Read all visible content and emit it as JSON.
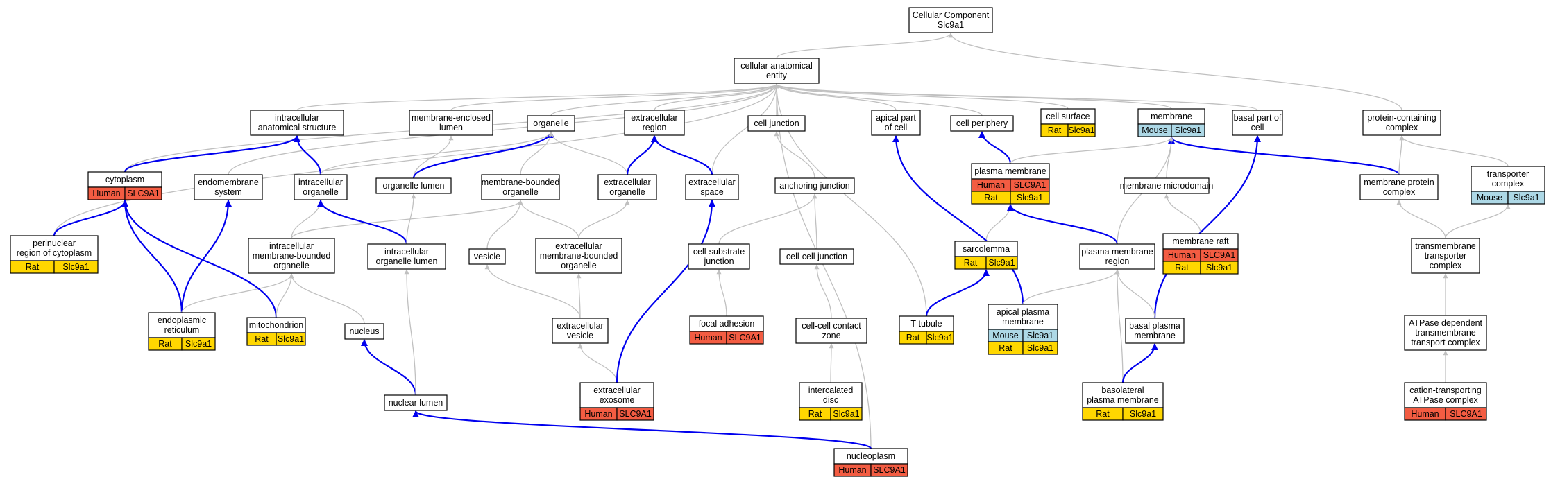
{
  "colors": {
    "Human": "#f35c42",
    "Rat": "#ffd700",
    "Mouse": "#add8e6",
    "gray_edge": "#c0c0c0",
    "blue_edge": "#0000ee"
  },
  "nodes": {
    "cc_root": {
      "lines": [
        "Cellular Component",
        "Slc9a1"
      ],
      "annotations": []
    },
    "cae": {
      "lines": [
        "cellular anatomical",
        "entity"
      ],
      "annotations": []
    },
    "ias": {
      "lines": [
        "intracellular",
        "anatomical structure"
      ],
      "annotations": []
    },
    "mel": {
      "lines": [
        "membrane-enclosed",
        "lumen"
      ],
      "annotations": []
    },
    "organelle": {
      "lines": [
        "organelle"
      ],
      "annotations": []
    },
    "extreg": {
      "lines": [
        "extracellular",
        "region"
      ],
      "annotations": []
    },
    "celljunc": {
      "lines": [
        "cell junction"
      ],
      "annotations": []
    },
    "apical": {
      "lines": [
        "apical part",
        "of cell"
      ],
      "annotations": []
    },
    "periphery": {
      "lines": [
        "cell periphery"
      ],
      "annotations": []
    },
    "surface": {
      "lines": [
        "cell surface"
      ],
      "annotations": [
        [
          "Rat",
          "Slc9a1"
        ]
      ]
    },
    "membrane": {
      "lines": [
        "membrane"
      ],
      "annotations": [
        [
          "Mouse",
          "Slc9a1"
        ]
      ]
    },
    "basalpart": {
      "lines": [
        "basal part of",
        "cell"
      ],
      "annotations": []
    },
    "pcc": {
      "lines": [
        "protein-containing",
        "complex"
      ],
      "annotations": []
    },
    "cytoplasm": {
      "lines": [
        "cytoplasm"
      ],
      "annotations": [
        [
          "Human",
          "SLC9A1"
        ]
      ]
    },
    "endomem": {
      "lines": [
        "endomembrane",
        "system"
      ],
      "annotations": []
    },
    "io": {
      "lines": [
        "intracellular",
        "organelle"
      ],
      "annotations": []
    },
    "olumen": {
      "lines": [
        "organelle lumen"
      ],
      "annotations": []
    },
    "mbo": {
      "lines": [
        "membrane-bounded",
        "organelle"
      ],
      "annotations": []
    },
    "exorg": {
      "lines": [
        "extracellular",
        "organelle"
      ],
      "annotations": []
    },
    "exspace": {
      "lines": [
        "extracellular",
        "space"
      ],
      "annotations": []
    },
    "anchjunc": {
      "lines": [
        "anchoring junction"
      ],
      "annotations": []
    },
    "pm": {
      "lines": [
        "plasma membrane"
      ],
      "annotations": [
        [
          "Human",
          "SLC9A1"
        ],
        [
          "Rat",
          "Slc9a1"
        ]
      ]
    },
    "memdomain": {
      "lines": [
        "membrane microdomain"
      ],
      "annotations": []
    },
    "mpc": {
      "lines": [
        "membrane protein",
        "complex"
      ],
      "annotations": []
    },
    "transporter": {
      "lines": [
        "transporter",
        "complex"
      ],
      "annotations": [
        [
          "Mouse",
          "Slc9a1"
        ]
      ]
    },
    "perinuc": {
      "lines": [
        "perinuclear",
        "region of cytoplasm"
      ],
      "annotations": [
        [
          "Rat",
          "Slc9a1"
        ]
      ]
    },
    "imbo": {
      "lines": [
        "intracellular",
        "membrane-bounded",
        "organelle"
      ],
      "annotations": []
    },
    "iol": {
      "lines": [
        "intracellular",
        "organelle lumen"
      ],
      "annotations": []
    },
    "vesicle": {
      "lines": [
        "vesicle"
      ],
      "annotations": []
    },
    "embo": {
      "lines": [
        "extracellular",
        "membrane-bounded",
        "organelle"
      ],
      "annotations": []
    },
    "csj": {
      "lines": [
        "cell-substrate",
        "junction"
      ],
      "annotations": []
    },
    "ccj": {
      "lines": [
        "cell-cell junction"
      ],
      "annotations": []
    },
    "sarcolemma": {
      "lines": [
        "sarcolemma"
      ],
      "annotations": [
        [
          "Rat",
          "Slc9a1"
        ]
      ]
    },
    "pmr": {
      "lines": [
        "plasma membrane",
        "region"
      ],
      "annotations": []
    },
    "raft": {
      "lines": [
        "membrane raft"
      ],
      "annotations": [
        [
          "Human",
          "SLC9A1"
        ],
        [
          "Rat",
          "Slc9a1"
        ]
      ]
    },
    "tmtc": {
      "lines": [
        "transmembrane",
        "transporter",
        "complex"
      ],
      "annotations": []
    },
    "er": {
      "lines": [
        "endoplasmic",
        "reticulum"
      ],
      "annotations": [
        [
          "Rat",
          "Slc9a1"
        ]
      ]
    },
    "mito": {
      "lines": [
        "mitochondrion"
      ],
      "annotations": [
        [
          "Rat",
          "Slc9a1"
        ]
      ]
    },
    "nucleus": {
      "lines": [
        "nucleus"
      ],
      "annotations": []
    },
    "exves": {
      "lines": [
        "extracellular",
        "vesicle"
      ],
      "annotations": []
    },
    "focal": {
      "lines": [
        "focal adhesion"
      ],
      "annotations": [
        [
          "Human",
          "SLC9A1"
        ]
      ]
    },
    "cccz": {
      "lines": [
        "cell-cell contact",
        "zone"
      ],
      "annotations": []
    },
    "ttubule": {
      "lines": [
        "T-tubule"
      ],
      "annotations": [
        [
          "Rat",
          "Slc9a1"
        ]
      ]
    },
    "apm": {
      "lines": [
        "apical plasma",
        "membrane"
      ],
      "annotations": [
        [
          "Mouse",
          "Slc9a1"
        ],
        [
          "Rat",
          "Slc9a1"
        ]
      ]
    },
    "bpm": {
      "lines": [
        "basal plasma",
        "membrane"
      ],
      "annotations": []
    },
    "atpdep": {
      "lines": [
        "ATPase dependent",
        "transmembrane",
        "transport complex"
      ],
      "annotations": []
    },
    "nuclumen": {
      "lines": [
        "nuclear lumen"
      ],
      "annotations": []
    },
    "exosome": {
      "lines": [
        "extracellular",
        "exosome"
      ],
      "annotations": [
        [
          "Human",
          "SLC9A1"
        ]
      ]
    },
    "icdisc": {
      "lines": [
        "intercalated",
        "disc"
      ],
      "annotations": [
        [
          "Rat",
          "Slc9a1"
        ]
      ]
    },
    "blpm": {
      "lines": [
        "basolateral",
        "plasma membrane"
      ],
      "annotations": [
        [
          "Rat",
          "Slc9a1"
        ]
      ]
    },
    "cation": {
      "lines": [
        "cation-transporting",
        "ATPase complex"
      ],
      "annotations": [
        [
          "Human",
          "SLC9A1"
        ]
      ]
    },
    "nucleoplasm": {
      "lines": [
        "nucleoplasm"
      ],
      "annotations": [
        [
          "Human",
          "SLC9A1"
        ]
      ]
    }
  },
  "edges": [
    {
      "from": "cae",
      "to": "cc_root",
      "style": "gray"
    },
    {
      "from": "pcc",
      "to": "cc_root",
      "style": "gray"
    },
    {
      "from": "ias",
      "to": "cae",
      "style": "gray"
    },
    {
      "from": "mel",
      "to": "cae",
      "style": "gray"
    },
    {
      "from": "organelle",
      "to": "cae",
      "style": "gray"
    },
    {
      "from": "extreg",
      "to": "cae",
      "style": "gray"
    },
    {
      "from": "celljunc",
      "to": "cae",
      "style": "gray"
    },
    {
      "from": "apical",
      "to": "cae",
      "style": "gray"
    },
    {
      "from": "periphery",
      "to": "cae",
      "style": "gray"
    },
    {
      "from": "surface",
      "to": "cae",
      "style": "gray"
    },
    {
      "from": "membrane",
      "to": "cae",
      "style": "gray"
    },
    {
      "from": "basalpart",
      "to": "cae",
      "style": "gray"
    },
    {
      "from": "cytoplasm",
      "to": "cae",
      "style": "gray"
    },
    {
      "from": "endomem",
      "to": "cae",
      "style": "gray"
    },
    {
      "from": "exspace",
      "to": "cae",
      "style": "gray"
    },
    {
      "from": "perinuc",
      "to": "cae",
      "style": "gray"
    },
    {
      "from": "ttubule",
      "to": "cae",
      "style": "gray"
    },
    {
      "from": "nucleoplasm",
      "to": "cae",
      "style": "gray"
    },
    {
      "from": "cytoplasm",
      "to": "ias",
      "style": "blue"
    },
    {
      "from": "io",
      "to": "ias",
      "style": "blue"
    },
    {
      "from": "io",
      "to": "organelle",
      "style": "gray"
    },
    {
      "from": "olumen",
      "to": "mel",
      "style": "gray"
    },
    {
      "from": "olumen",
      "to": "organelle",
      "style": "blue"
    },
    {
      "from": "mbo",
      "to": "organelle",
      "style": "gray"
    },
    {
      "from": "exorg",
      "to": "organelle",
      "style": "gray"
    },
    {
      "from": "exorg",
      "to": "extreg",
      "style": "blue"
    },
    {
      "from": "exspace",
      "to": "extreg",
      "style": "blue"
    },
    {
      "from": "anchjunc",
      "to": "celljunc",
      "style": "gray"
    },
    {
      "from": "pm",
      "to": "periphery",
      "style": "blue"
    },
    {
      "from": "pm",
      "to": "membrane",
      "style": "gray"
    },
    {
      "from": "memdomain",
      "to": "membrane",
      "style": "gray"
    },
    {
      "from": "mpc",
      "to": "membrane",
      "style": "blue"
    },
    {
      "from": "mpc",
      "to": "pcc",
      "style": "gray"
    },
    {
      "from": "transporter",
      "to": "pcc",
      "style": "gray"
    },
    {
      "from": "perinuc",
      "to": "cytoplasm",
      "style": "blue"
    },
    {
      "from": "imbo",
      "to": "io",
      "style": "gray"
    },
    {
      "from": "imbo",
      "to": "mbo",
      "style": "gray"
    },
    {
      "from": "iol",
      "to": "io",
      "style": "blue"
    },
    {
      "from": "iol",
      "to": "olumen",
      "style": "gray"
    },
    {
      "from": "vesicle",
      "to": "mbo",
      "style": "gray"
    },
    {
      "from": "embo",
      "to": "mbo",
      "style": "gray"
    },
    {
      "from": "embo",
      "to": "exorg",
      "style": "gray"
    },
    {
      "from": "csj",
      "to": "anchjunc",
      "style": "gray"
    },
    {
      "from": "ccj",
      "to": "anchjunc",
      "style": "gray"
    },
    {
      "from": "sarcolemma",
      "to": "pm",
      "style": "gray"
    },
    {
      "from": "pmr",
      "to": "pm",
      "style": "blue"
    },
    {
      "from": "pmr",
      "to": "membrane",
      "style": "gray"
    },
    {
      "from": "raft",
      "to": "memdomain",
      "style": "gray"
    },
    {
      "from": "tmtc",
      "to": "mpc",
      "style": "gray"
    },
    {
      "from": "tmtc",
      "to": "transporter",
      "style": "gray"
    },
    {
      "from": "er",
      "to": "cytoplasm",
      "style": "blue"
    },
    {
      "from": "er",
      "to": "endomem",
      "style": "blue"
    },
    {
      "from": "er",
      "to": "imbo",
      "style": "gray"
    },
    {
      "from": "mito",
      "to": "cytoplasm",
      "style": "blue"
    },
    {
      "from": "mito",
      "to": "imbo",
      "style": "gray"
    },
    {
      "from": "nucleus",
      "to": "imbo",
      "style": "gray"
    },
    {
      "from": "exves",
      "to": "vesicle",
      "style": "gray"
    },
    {
      "from": "exves",
      "to": "embo",
      "style": "gray"
    },
    {
      "from": "focal",
      "to": "csj",
      "style": "gray"
    },
    {
      "from": "cccz",
      "to": "ccj",
      "style": "gray"
    },
    {
      "from": "ttubule",
      "to": "sarcolemma",
      "style": "blue"
    },
    {
      "from": "apm",
      "to": "apical",
      "style": "blue"
    },
    {
      "from": "apm",
      "to": "pmr",
      "style": "gray"
    },
    {
      "from": "bpm",
      "to": "basalpart",
      "style": "blue"
    },
    {
      "from": "bpm",
      "to": "pmr",
      "style": "gray"
    },
    {
      "from": "blpm",
      "to": "pmr",
      "style": "gray"
    },
    {
      "from": "blpm",
      "to": "bpm",
      "style": "blue"
    },
    {
      "from": "atpdep",
      "to": "tmtc",
      "style": "gray"
    },
    {
      "from": "cation",
      "to": "atpdep",
      "style": "gray"
    },
    {
      "from": "nuclumen",
      "to": "nucleus",
      "style": "blue"
    },
    {
      "from": "nuclumen",
      "to": "iol",
      "style": "gray"
    },
    {
      "from": "exosome",
      "to": "exves",
      "style": "gray"
    },
    {
      "from": "exosome",
      "to": "exspace",
      "style": "blue"
    },
    {
      "from": "icdisc",
      "to": "cccz",
      "style": "gray"
    },
    {
      "from": "nucleoplasm",
      "to": "nuclumen",
      "style": "blue"
    }
  ]
}
